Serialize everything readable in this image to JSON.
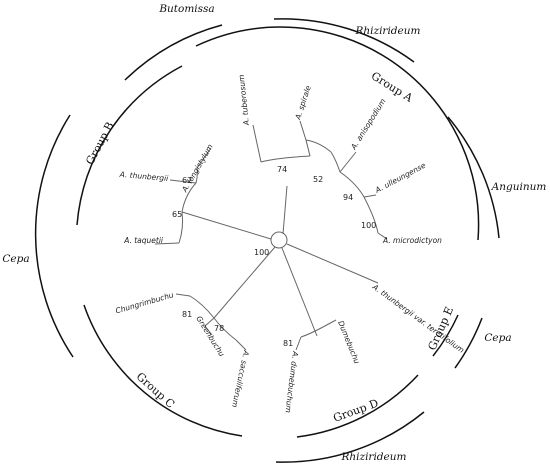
{
  "taxa": {
    "tuberosum": "A. tuberosum",
    "spirale": "A. spirale",
    "anisopodium": "A. anisopodium",
    "ulleungense": "A. ulleungense",
    "microdictyon": "A. microdictyon",
    "longistylum": "A. longistylum",
    "thunbergii": "A. thunbergii",
    "taquetii": "A. taquetii",
    "thunbergii_var": "A. thunbergii var. teretifolium",
    "chungrimbuchu": "Chungrimbuchu",
    "greenbuchu": "Greenbuchu",
    "sacculiferum": "A. sacculiferum",
    "dumebuchu": "Dumebuchu",
    "dumebuchum": "A. dumebuchum"
  },
  "bootstrap": {
    "b74": "74",
    "b52": "52",
    "b94": "94",
    "b100a": "100",
    "b62": "62",
    "b65": "65",
    "b100root": "100",
    "b81a": "81",
    "b78": "78",
    "b81b": "81"
  },
  "groups": {
    "a": "Group A",
    "b": "Group B",
    "c": "Group C",
    "d": "Group D",
    "e": "Group E"
  },
  "sections": {
    "butomissa": "Butomissa",
    "rhizirideum_top": "Rhizirideum",
    "anguinum": "Anguinum",
    "cepa_left": "Cepa",
    "cepa_right": "Cepa",
    "rhizirideum_bottom": "Rhizirideum"
  }
}
